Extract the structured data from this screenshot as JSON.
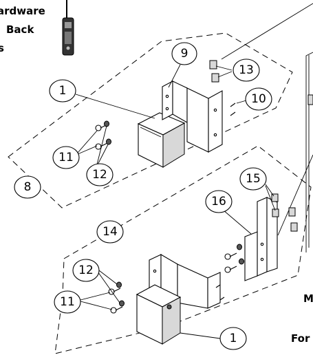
{
  "cropped_text": {
    "line1": "ardware",
    "line2": "Back",
    "line3": "s",
    "right1": "M",
    "right2": "For"
  },
  "callouts": {
    "c1_top": "1",
    "c8": "8",
    "c9": "9",
    "c10": "10",
    "c11_top": "11",
    "c12_top": "12",
    "c13": "13",
    "c14": "14",
    "c15": "15",
    "c16": "16",
    "c12_bottom": "12",
    "c11_bottom": "11",
    "c1_bottom": "1"
  }
}
